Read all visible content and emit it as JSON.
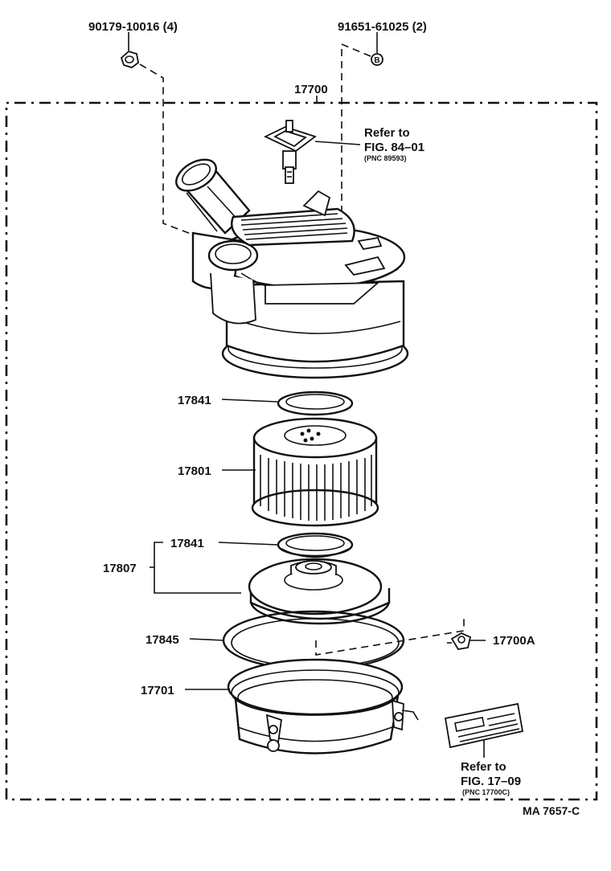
{
  "parts": {
    "p90179": "90179-10016 (4)",
    "p91651": "91651-61025 (2)",
    "p17700": "17700",
    "p17841_upper": "17841",
    "p17801": "17801",
    "p17841_lower": "17841",
    "p17807": "17807",
    "p17845": "17845",
    "p17701": "17701",
    "p17700A": "17700A"
  },
  "markers": {
    "b": "B"
  },
  "references": {
    "upper": {
      "refer": "Refer to",
      "fig": "FIG. 84–01",
      "pnc": "(PNC 89593)"
    },
    "lower": {
      "refer": "Refer to",
      "fig": "FIG. 17–09",
      "pnc": "(PNC 17700C)"
    }
  },
  "diagram_id": "MA 7657-C"
}
